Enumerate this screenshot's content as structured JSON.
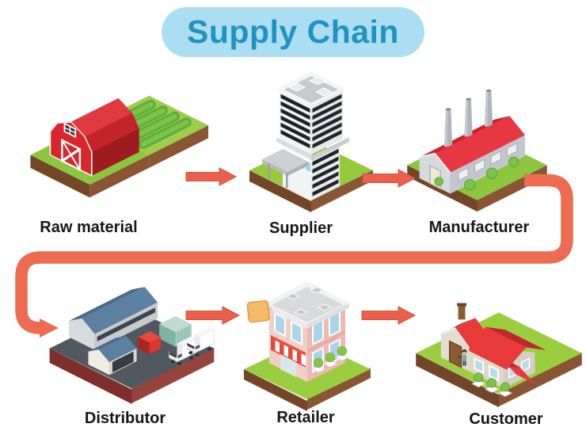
{
  "title": "Supply Chain",
  "nodes": [
    {
      "id": "raw-material",
      "label": "Raw material",
      "icon": "barn-farm"
    },
    {
      "id": "supplier",
      "label": "Supplier",
      "icon": "office-building"
    },
    {
      "id": "manufacturer",
      "label": "Manufacturer",
      "icon": "factory"
    },
    {
      "id": "distributor",
      "label": "Distributor",
      "icon": "warehouse-trucks"
    },
    {
      "id": "retailer",
      "label": "Retailer",
      "icon": "storefront"
    },
    {
      "id": "customer",
      "label": "Customer",
      "icon": "house"
    }
  ],
  "arrows": [
    {
      "from": "Raw material",
      "to": "Supplier"
    },
    {
      "from": "Supplier",
      "to": "Manufacturer"
    },
    {
      "from": "Manufacturer",
      "to": "Distributor"
    },
    {
      "from": "Distributor",
      "to": "Retailer"
    },
    {
      "from": "Retailer",
      "to": "Customer"
    }
  ],
  "colors": {
    "arrow": "#E9614C",
    "wrap_arrow": "#EC6B51",
    "title_bg": "#ABDEF3",
    "title_text": "#2193C0",
    "label_text": "#161616"
  }
}
